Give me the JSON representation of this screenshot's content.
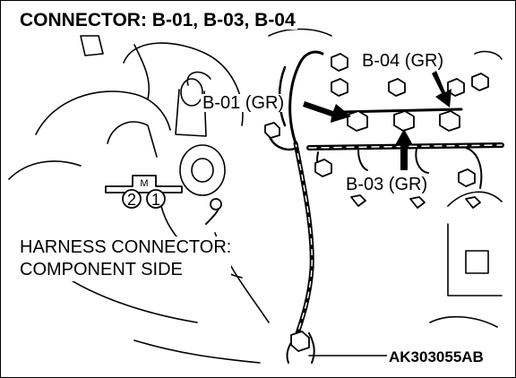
{
  "title": "CONNECTOR: B-01, B-03, B-04",
  "callouts": {
    "b01": "B-01 (GR)",
    "b03": "B-03 (GR)",
    "b04": "B-04 (GR)"
  },
  "caption": {
    "line1": "HARNESS CONNECTOR:",
    "line2": "COMPONENT SIDE"
  },
  "connector_symbol": {
    "marker": "M",
    "pins": [
      "2",
      "1"
    ]
  },
  "figure_code": "AK303055AB"
}
